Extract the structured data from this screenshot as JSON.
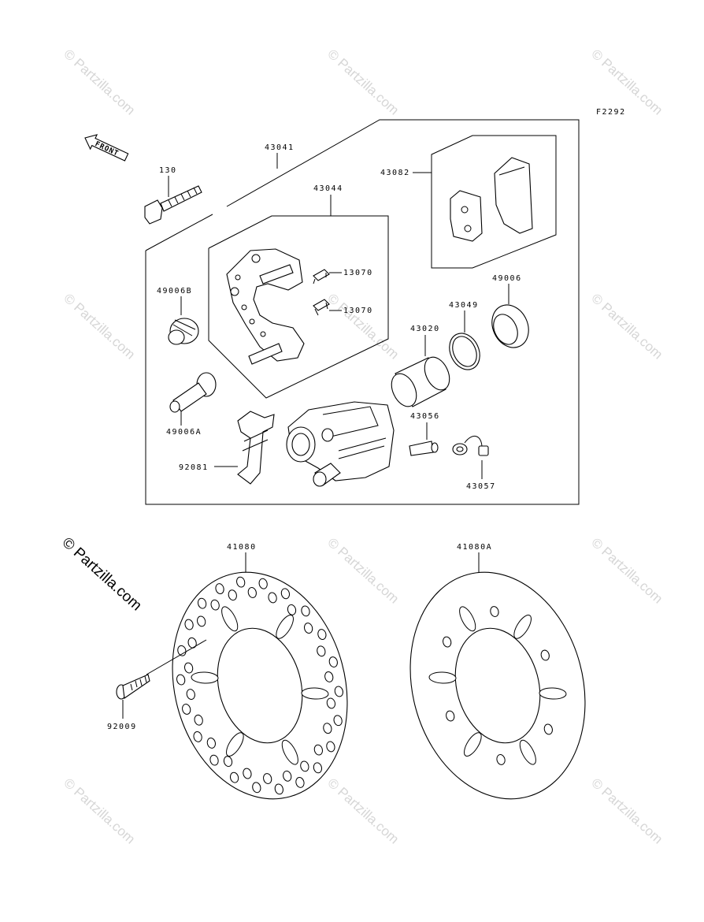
{
  "figure_code": "F2292",
  "front_label": "FRONT",
  "watermark": "© Partzilla.com",
  "watermark_main": "© Partzilla.com",
  "parts": {
    "p43041": "43041",
    "p130": "130",
    "p43044": "43044",
    "p43082": "43082",
    "p13070a": "13070",
    "p13070b": "13070",
    "p49006B": "49006B",
    "p49006": "49006",
    "p43049": "43049",
    "p43020": "43020",
    "p49006A": "49006A",
    "p43056": "43056",
    "p92081": "92081",
    "p43057": "43057",
    "p41080": "41080",
    "p41080A": "41080A",
    "p92009": "92009"
  }
}
